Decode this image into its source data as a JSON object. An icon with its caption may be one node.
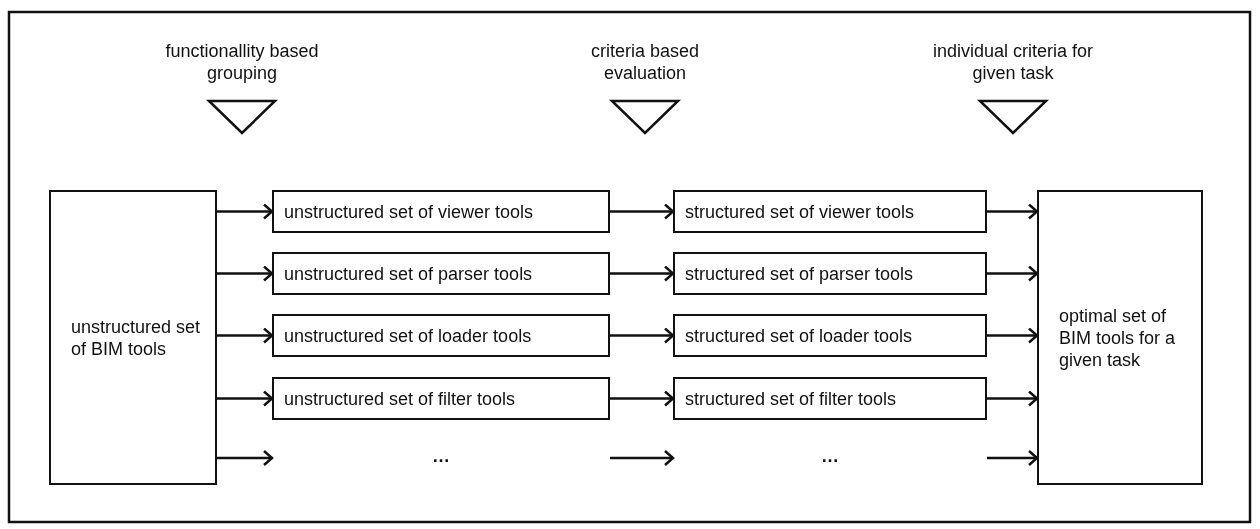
{
  "diagram": {
    "nodes": [
      {
        "text": [
          "functionallity based grouping"
        ]
      },
      {
        "text": [
          "criteria based evaluation"
        ]
      },
      {
        "text": [
          "individual criteria for given task"
        ]
      },
      {
        "text": [
          "unstructured set of BIM tools"
        ]
      },
      {
        "text": [
          "unstructured set of viewer tools"
        ]
      },
      {
        "text": [
          "unstructured set of parser tools"
        ]
      },
      {
        "text": [
          "unstructured set of loader tools"
        ]
      },
      {
        "text": [
          "unstructured set of filter tools"
        ]
      },
      {
        "text": [
          "structured set of viewer tools"
        ]
      },
      {
        "text": [
          "structured set of parser tools"
        ]
      },
      {
        "text": [
          "structured set of loader tools"
        ]
      },
      {
        "text": [
          "structured set of filter tools"
        ]
      },
      {
        "text": [
          "optimal set of BIM tools for a given task"
        ]
      }
    ],
    "edges": [
      {
        "from": 3,
        "to": 4,
        "arrow": "to"
      },
      {
        "from": 3,
        "to": 5,
        "arrow": "to"
      },
      {
        "from": 3,
        "to": 6,
        "arrow": "to"
      },
      {
        "from": 3,
        "to": 7,
        "arrow": "to"
      },
      {
        "from": 3,
        "to": null,
        "arrow": "to"
      },
      {
        "from": 4,
        "to": 8,
        "arrow": "to"
      },
      {
        "from": 5,
        "to": 9,
        "arrow": "to"
      },
      {
        "from": 6,
        "to": 10,
        "arrow": "to"
      },
      {
        "from": 7,
        "to": 11,
        "arrow": "to"
      },
      {
        "from": 8,
        "to": 12,
        "arrow": "to"
      },
      {
        "from": 9,
        "to": 12,
        "arrow": "to"
      },
      {
        "from": 10,
        "to": 12,
        "arrow": "to"
      },
      {
        "from": 11,
        "to": 12,
        "arrow": "to"
      },
      {
        "from": null,
        "to": 12,
        "arrow": "to"
      }
    ],
    "labels": [
      "…",
      "…"
    ]
  }
}
